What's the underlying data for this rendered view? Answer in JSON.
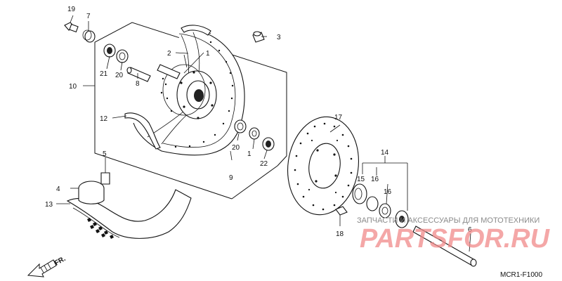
{
  "labels": {
    "p1": "1",
    "p1b": "1",
    "p2": "2",
    "p3": "3",
    "p4": "4",
    "p5": "5",
    "p6": "6",
    "p7": "7",
    "p8": "8",
    "p9": "9",
    "p10": "10",
    "p12": "12",
    "p13": "13",
    "p14": "14",
    "p15": "15",
    "p16a": "16",
    "p16b": "16",
    "p17": "17",
    "p18": "18",
    "p19": "19",
    "p20a": "20",
    "p20b": "20",
    "p21": "21",
    "p22": "22"
  },
  "direction": "FR.",
  "diagram_code": "MCR1-F1000",
  "watermark": {
    "caption": "ЗАПЧАСТИ И АКСЕССУАРЫ ДЛЯ МОТОТЕХНИКИ",
    "brand": "PARTSFOR.RU"
  },
  "colors": {
    "line": "#111111",
    "watermark_brand": "#f08a8a",
    "watermark_caption": "#8a8a8a"
  }
}
